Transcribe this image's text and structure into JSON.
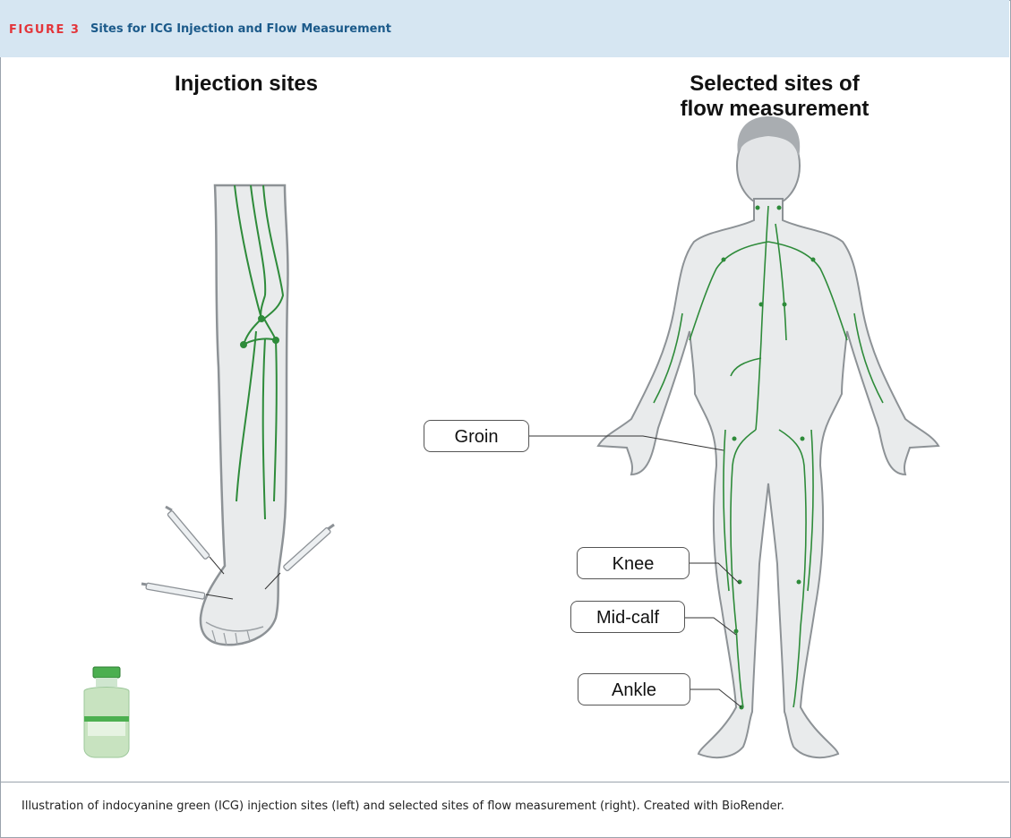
{
  "figure": {
    "label": "FIGURE 3",
    "title": "Sites for ICG Injection and Flow Measurement"
  },
  "left_panel": {
    "heading": "Injection sites"
  },
  "right_panel": {
    "heading_line1": "Selected sites of",
    "heading_line2": "flow measurement",
    "callouts": [
      "Groin",
      "Knee",
      "Mid-calf",
      "Ankle"
    ]
  },
  "caption": "Illustration of indocyanine green (ICG) injection sites (left) and selected sites of flow measurement (right). Created with BioRender.",
  "colors": {
    "header_bg": "#d6e6f2",
    "label_red": "#e3353a",
    "title_blue": "#1b5a8a",
    "lymph_green": "#2e8b3a",
    "skin_gray": "#e9ebec"
  }
}
